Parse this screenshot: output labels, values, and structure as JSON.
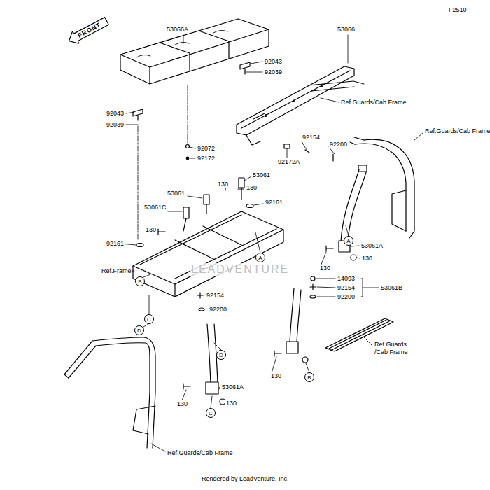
{
  "diagram": {
    "nodes": [
      {
        "text": [
          "FRONT"
        ]
      },
      {
        "text": [
          "A"
        ]
      },
      {
        "text": [
          "A"
        ]
      },
      {
        "text": [
          "B"
        ]
      },
      {
        "text": [
          "C"
        ]
      },
      {
        "text": [
          "D"
        ]
      },
      {
        "text": [
          "D"
        ]
      },
      {
        "text": [
          "B"
        ]
      },
      {
        "text": [
          "C"
        ]
      }
    ],
    "labels": [
      "F2510",
      "53066A",
      "53066",
      "92043",
      "92039",
      "92043",
      "92039",
      "92072",
      "92172",
      "Ref.Guards/Cab Frame",
      "92154",
      "92200",
      "Ref.Guards/Cab Frame",
      "92172A",
      "53061",
      "53061",
      "130",
      "130",
      "53061C",
      "92161",
      "130",
      "92161",
      "Ref.Frame",
      "53061A",
      "130",
      "130",
      "14093",
      "92154",
      "92200",
      "53061B",
      "92154",
      "92200",
      "Ref.Guards /Cab Frame",
      "130",
      "53061A",
      "130",
      "130",
      "Ref.Guards/Cab Frame",
      "Rendered by LeadVenture, Inc.",
      "LEADVENTURE"
    ]
  }
}
